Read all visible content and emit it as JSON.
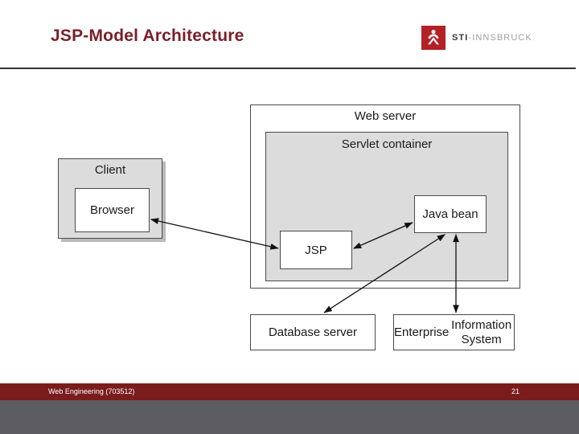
{
  "slide": {
    "title": "JSP-Model Architecture"
  },
  "logo": {
    "mark_name": "sti-innsbruck-logo-mark",
    "mark_color": "#b32025",
    "text_primary": "STI",
    "text_separator": "-",
    "text_secondary": "INNSBRUCK"
  },
  "diagram": {
    "type": "block-architecture-diagram",
    "boxes": [
      {
        "id": "client",
        "label": "Client",
        "fill": "#dcdcdc"
      },
      {
        "id": "browser",
        "label": "Browser",
        "fill": "#ffffff"
      },
      {
        "id": "web_server",
        "label": "Web server",
        "fill": "#ffffff"
      },
      {
        "id": "servlet",
        "label": "Servlet container",
        "fill": "#dcdcdc"
      },
      {
        "id": "jsp",
        "label": "JSP",
        "fill": "#ffffff"
      },
      {
        "id": "java_bean",
        "label": "Java bean",
        "fill": "#ffffff"
      },
      {
        "id": "db_server",
        "label": "Database server",
        "fill": "#ffffff"
      },
      {
        "id": "eis_line1",
        "label": "Enterprise",
        "fill": "#ffffff"
      },
      {
        "id": "eis_line2",
        "label": "Information System",
        "fill": "#ffffff"
      }
    ],
    "connections": [
      {
        "from": "browser",
        "to": "jsp",
        "style": "bidirectional"
      },
      {
        "from": "jsp",
        "to": "java_bean",
        "style": "bidirectional"
      },
      {
        "from": "java_bean",
        "to": "db_server",
        "style": "bidirectional"
      },
      {
        "from": "java_bean",
        "to": "eis",
        "style": "bidirectional"
      }
    ]
  },
  "footer": {
    "course": "Web Engineering (703512)",
    "page_number": "21",
    "bar_color": "#7a1c1c",
    "strip_color": "#5c5c61"
  }
}
